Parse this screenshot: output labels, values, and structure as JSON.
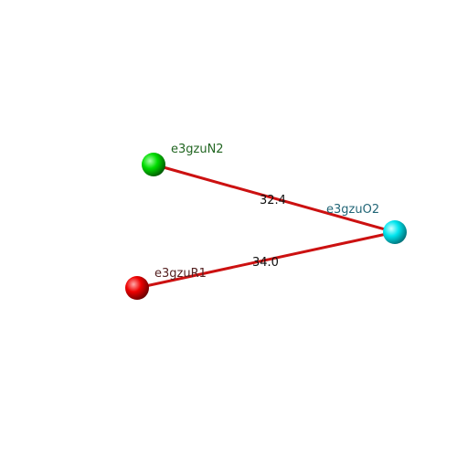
{
  "colors": {
    "background": "#ffffff",
    "bond": "#cc1111"
  },
  "nodes": [
    {
      "id": "n2",
      "label": "e3gzuN2",
      "color": "#00dd00",
      "label_color": "#226622"
    },
    {
      "id": "o2",
      "label": "e3gzuO2",
      "color": "#00e5ee",
      "label_color": "#226677"
    },
    {
      "id": "r1",
      "label": "e3gzuR1",
      "color": "#ee0000",
      "label_color": "#552222"
    }
  ],
  "edges": [
    {
      "from": "n2",
      "to": "o2",
      "label": "32.4"
    },
    {
      "from": "r1",
      "to": "o2",
      "label": "34.0"
    }
  ]
}
